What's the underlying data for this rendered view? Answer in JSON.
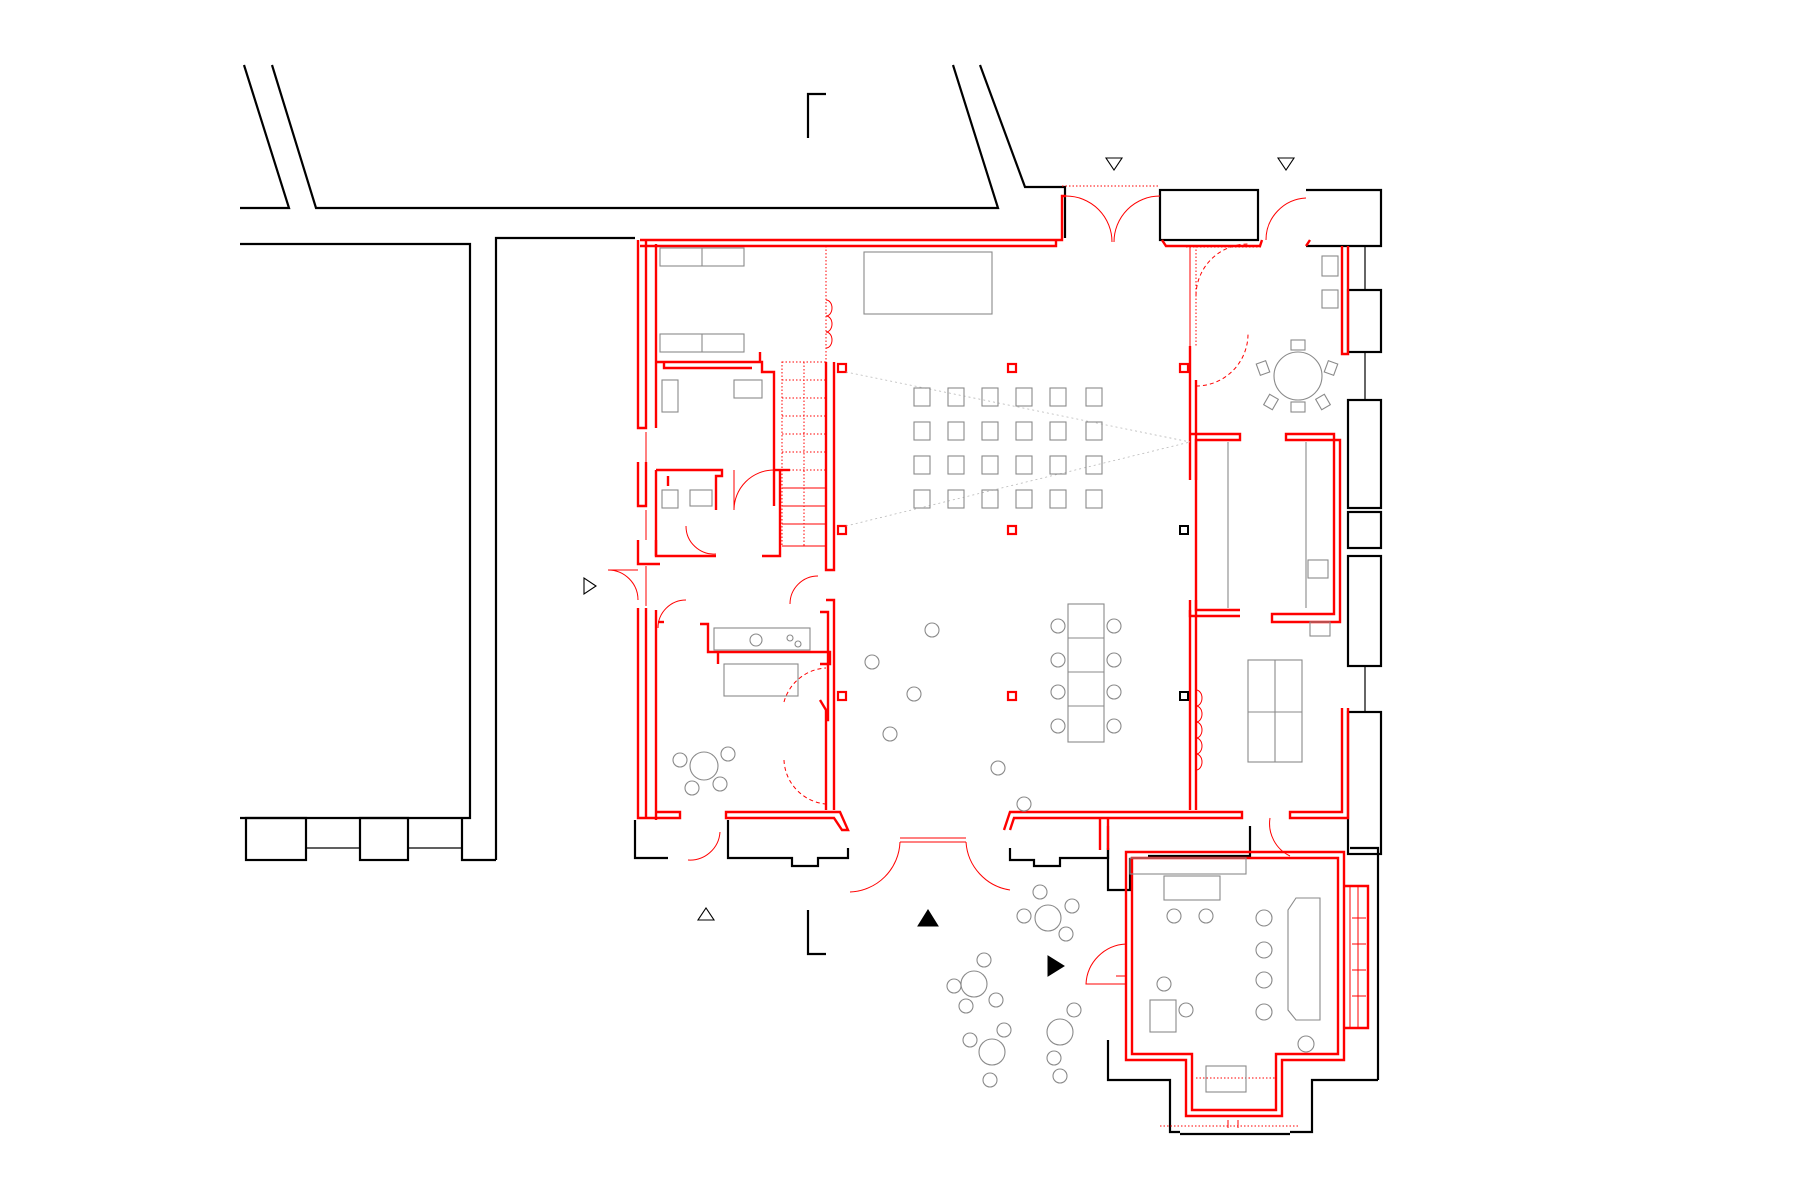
{
  "drawing": {
    "kind": "architectural floor plan",
    "palette": {
      "existing_walls": "#000000",
      "new_walls": "#ff0000",
      "furniture": "#8a8a8a",
      "background": "#ffffff"
    },
    "symbols": {
      "section_markers": [
        "section-mark-top",
        "section-mark-bottom"
      ],
      "entrance_arrows_open": [
        "entrance-arrow-north-1",
        "entrance-arrow-north-2",
        "entrance-arrow-west",
        "entrance-arrow-south"
      ],
      "entrance_arrows_filled": [
        "main-entrance-arrow-up",
        "main-entrance-arrow-right"
      ]
    }
  }
}
